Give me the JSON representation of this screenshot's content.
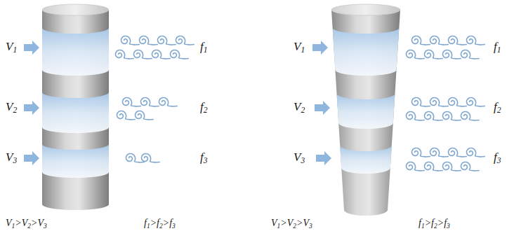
{
  "diagram": {
    "labels": [
      "V1",
      "f1",
      "V2",
      "f2",
      "V3",
      "f3",
      "V1>V2>V3",
      "f1>f2>f3",
      "V1",
      "f1",
      "V2",
      "f2",
      "V3",
      "f3",
      "V1>V2>V3",
      "f1>f2>f3"
    ]
  }
}
